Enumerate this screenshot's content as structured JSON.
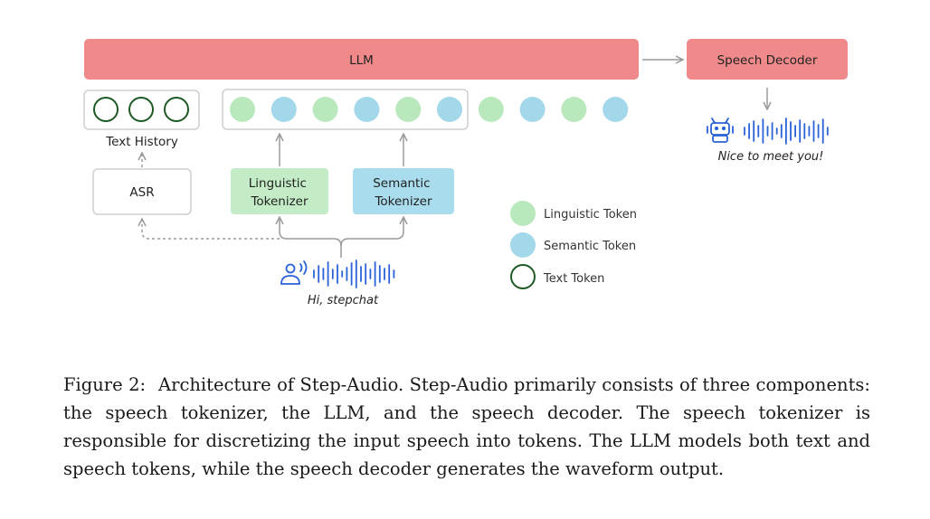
{
  "diagram": {
    "llm_label": "LLM",
    "speech_decoder_label": "Speech Decoder",
    "text_history_label": "Text History",
    "asr_label": "ASR",
    "linguistic_tokenizer_label": [
      "Linguistic",
      "Tokenizer"
    ],
    "semantic_tokenizer_label": [
      "Semantic",
      "Tokenizer"
    ],
    "input_utterance": "Hi, stepchat",
    "output_utterance": "Nice to meet you!",
    "legend": {
      "linguistic_token": "Linguistic Token",
      "semantic_token": "Semantic Token",
      "text_token": "Text Token"
    },
    "token_sequence": [
      "linguistic",
      "semantic",
      "linguistic",
      "semantic",
      "linguistic",
      "semantic",
      "linguistic",
      "semantic",
      "linguistic",
      "semantic"
    ],
    "text_history_token_count": 3,
    "colors": {
      "llm_fill": "#f08a8a",
      "decoder_fill": "#f08a8a",
      "linguistic_token": "#b9e8bd",
      "semantic_token": "#a3d8ea",
      "linguistic_tokenizer_fill": "#c3ecc6",
      "semantic_tokenizer_fill": "#a9dcec",
      "text_token_stroke": "#1f5a25",
      "wave": "#2a62d8",
      "arrow": "#9a9a9a"
    },
    "icons": {
      "input_speaker": "user-speaking-icon",
      "output_speaker": "robot-icon",
      "waveform": "waveform-icon"
    }
  },
  "caption": {
    "figure_number": "Figure 2:",
    "text": "Architecture of Step-Audio. Step-Audio primarily consists of three components: the speech tokenizer, the LLM, and the speech decoder. The speech tokenizer is responsible for discretizing the input speech into tokens. The LLM models both text and speech tokens, while the speech decoder generates the waveform output."
  }
}
